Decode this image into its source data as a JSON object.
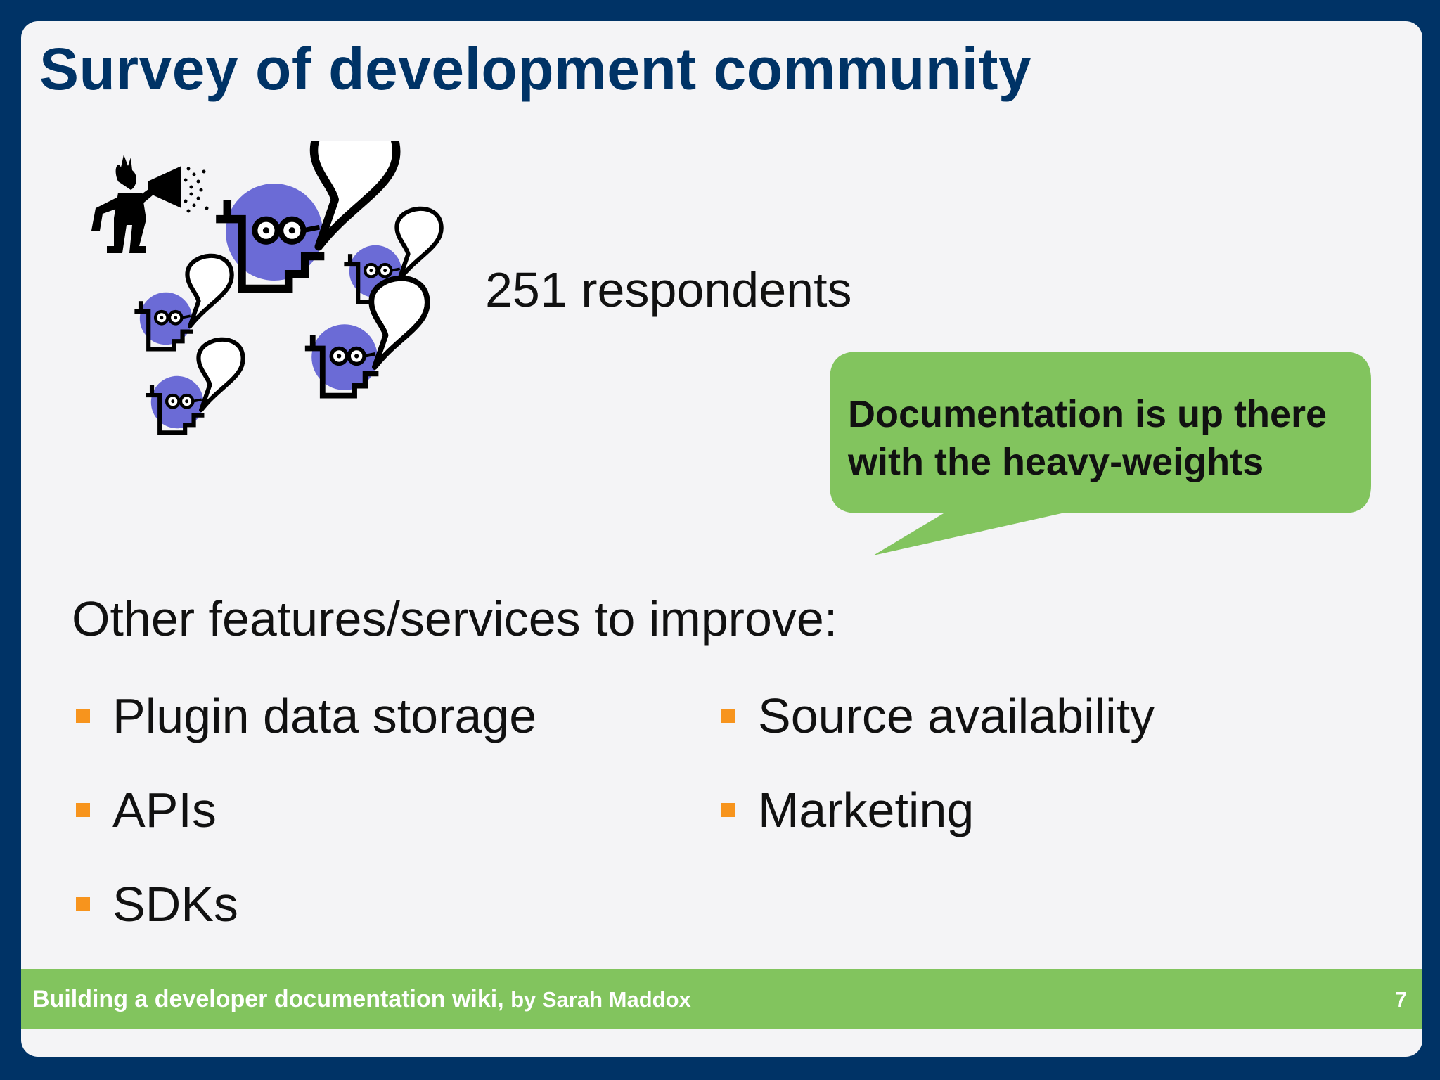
{
  "slide": {
    "title": "Survey of development community",
    "respondents": "251 respondents",
    "callout": {
      "line1": "Documentation is up there",
      "line2": "with the heavy-weights",
      "color": "#82c45e"
    },
    "subhead": "Other features/services to improve:",
    "bullets_left": [
      "Plugin data storage",
      "APIs",
      "SDKs"
    ],
    "bullets_right": [
      "Source availability",
      "Marketing"
    ],
    "bullet_color": "#f7941d",
    "clipart_icons": [
      "megaphone-person-icon",
      "talking-head-icon"
    ]
  },
  "footer": {
    "title": "Building a developer documentation wiki,",
    "by": "by Sarah Maddox",
    "page": "7",
    "color": "#82c45e"
  },
  "colors": {
    "frame": "#003366",
    "title": "#003366",
    "head_fill": "#6b6bd6"
  }
}
